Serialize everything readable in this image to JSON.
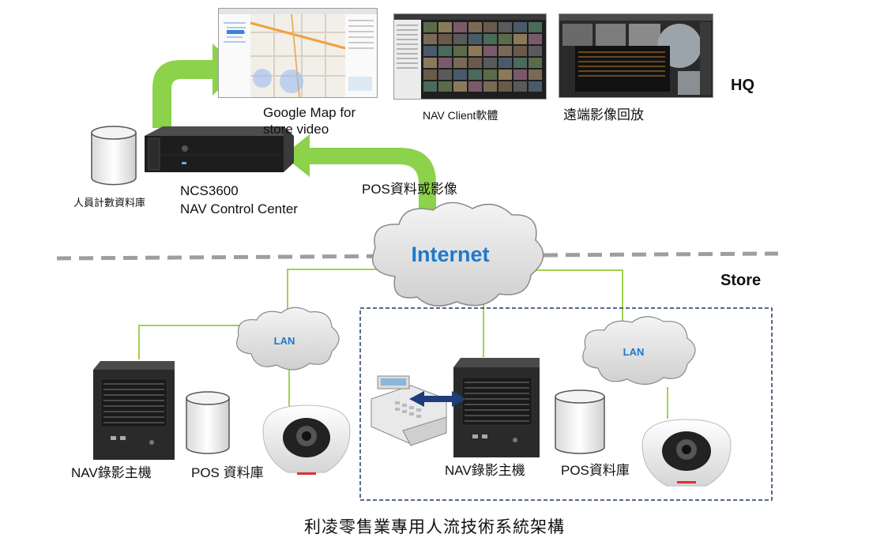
{
  "zones": {
    "hq": "HQ",
    "store": "Store"
  },
  "hq": {
    "map_caption": "Google Map for store video",
    "client_caption": "NAV Client軟體",
    "playback_caption": "遠端影像回放",
    "db_caption": "人員計數資料庫",
    "ncs_model": "NCS3600",
    "ncs_name": "NAV Control Center",
    "flow_label": "POS資料或影像"
  },
  "network": {
    "internet": "Internet",
    "lan": "LAN"
  },
  "store_left": {
    "nvr": "NAV錄影主機",
    "pos_db": "POS 資料庫"
  },
  "store_right": {
    "nvr": "NAV錄影主機",
    "pos_db": "POS資料庫"
  },
  "caption": "利凌零售業專用人流技術系統架構",
  "colors": {
    "arrow": "#8cd24a",
    "link": "#9fd34f",
    "divider": "#9e9e9e",
    "box_border": "#1f3864",
    "double_arrow": "#1f3d7a",
    "internet_text": "#1f78c8"
  }
}
